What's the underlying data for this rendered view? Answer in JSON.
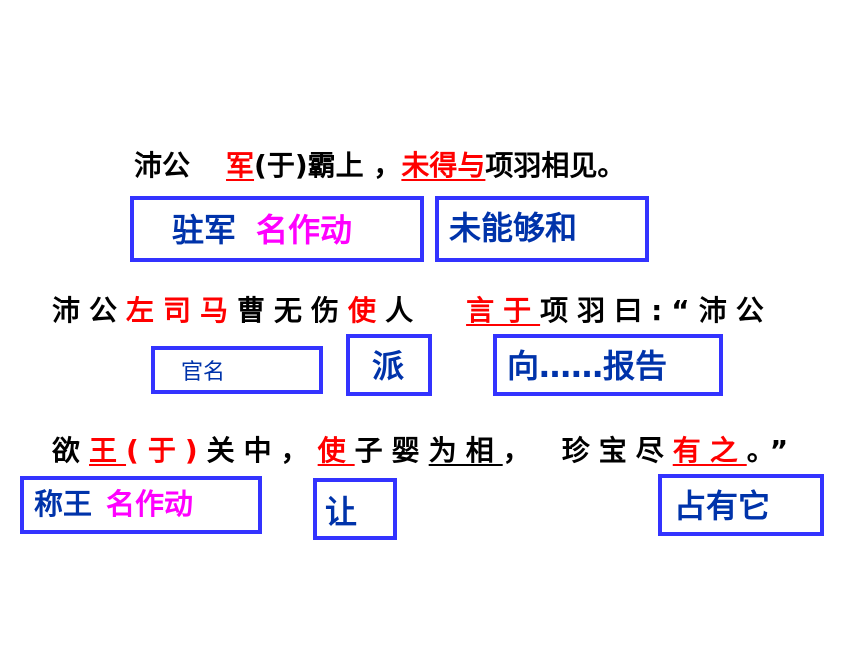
{
  "line1": {
    "a": "沛公",
    "b": "军",
    "c": "(于)霸上 ，",
    "d": "未得与",
    "e": "项羽相见。"
  },
  "line2": {
    "a": "沛公",
    "b": "左司马",
    "c": "曹无伤",
    "d": "使",
    "e": "人",
    "f": "言于",
    "g": "项羽曰:“沛公"
  },
  "line3": {
    "a": "欲",
    "b": "王",
    "c": "(于)",
    "d": "关中，",
    "e": "使",
    "f": "子婴",
    "g": "为相",
    "h": "，",
    "i": "珍宝尽",
    "j": "有之",
    "k": "。”"
  },
  "notes": {
    "zhujun": "驻军",
    "zhujun_tag": "名作动",
    "weineng": "未能够和",
    "guanming": "官名",
    "pai": "派",
    "xiang": "向……报告",
    "chengwang": "称王",
    "chengwang_tag": "名作动",
    "rang": "让",
    "zhanyou": "占有它"
  },
  "colors": {
    "keyword": "#ff0000",
    "box_border": "#3333ff",
    "note_text": "#0033aa",
    "tag_text": "#ff00ff"
  }
}
